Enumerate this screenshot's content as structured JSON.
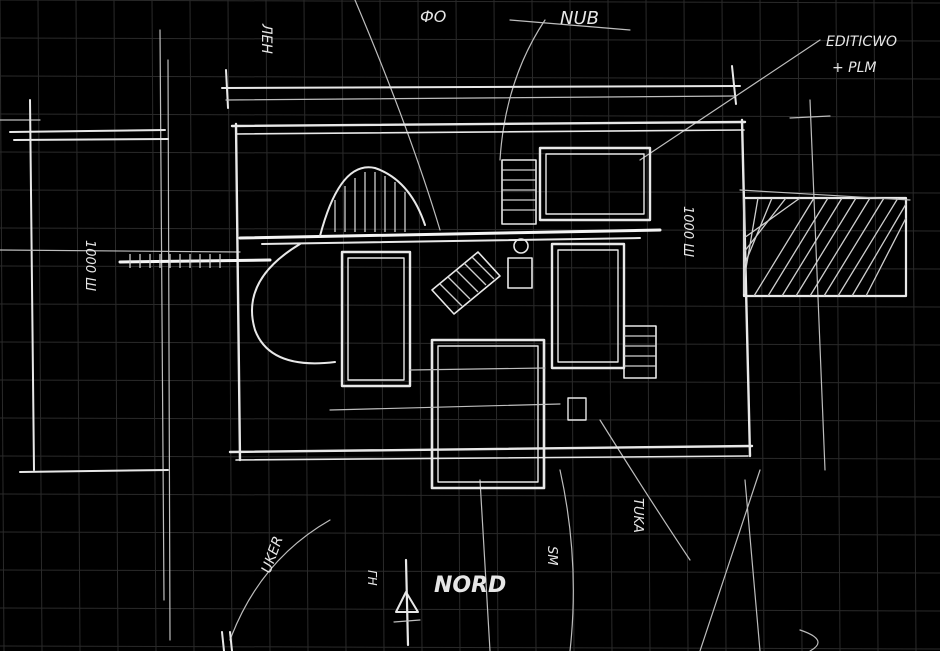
{
  "labels": {
    "top_left": "ЛЕН",
    "top_mid": "NUB",
    "top_right_line1": "EDITICWO",
    "top_right_line2": "+ PLM",
    "top_center_small": "ФО",
    "left_dim": "1000 Ш",
    "right_dim": "1000 Ш",
    "bottom_left": "UKER",
    "bottom_mid": "SM",
    "bottom_right": "TUKA",
    "north": "NORD",
    "bottom_small": "ГН"
  },
  "colors": {
    "background": "#000000",
    "ink": "#e8e8e8",
    "grid": "#2a2a2a"
  }
}
